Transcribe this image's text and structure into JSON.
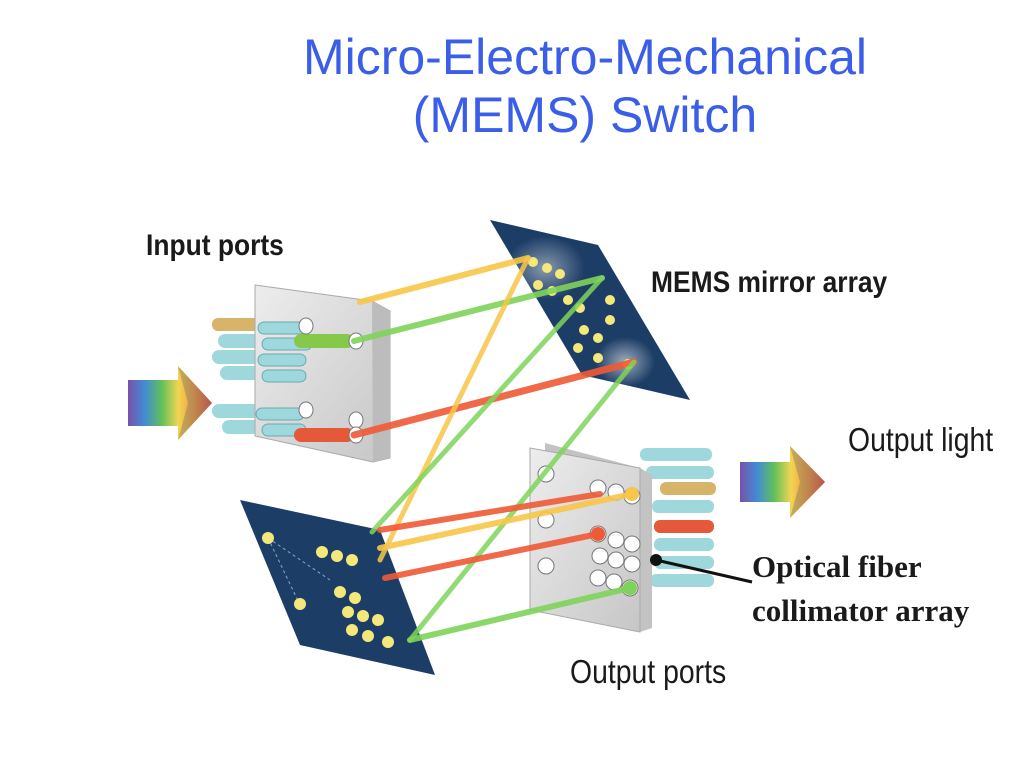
{
  "slide": {
    "title_line1": "Micro-Electro-Mechanical",
    "title_line2": "(MEMS) Switch"
  },
  "labels": {
    "input_ports": "Input ports",
    "mems_mirror_array": "MEMS mirror array",
    "output_light": "Output light",
    "optical_fiber_line1": "Optical fiber",
    "optical_fiber_line2": "collimator array",
    "output_ports": "Output ports"
  },
  "colors": {
    "title": "#3b5ee8",
    "mirror_panel": "#1c3d66",
    "beam_yellow": "#f7c548",
    "beam_green": "#7fd35a",
    "beam_red": "#ee5a36",
    "fiber_cyan": "#9fd8dc",
    "port_block": "#d5d5d5"
  },
  "icons": [
    "input-light-arrow-icon",
    "output-light-arrow-icon",
    "mirror-dot-icon",
    "fiber-port-icon"
  ]
}
